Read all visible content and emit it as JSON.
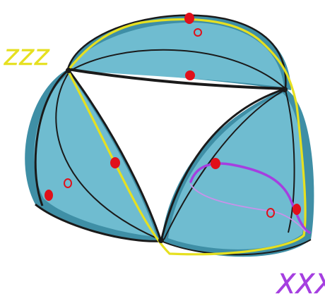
{
  "labels": {
    "top_left": "ZZZ",
    "bottom_right": "XXX"
  },
  "colors": {
    "background": "#ffffff",
    "region_fill": "#5fb0c6",
    "region_fill_light": "#8cc9d9",
    "region_shadow": "#3f8fa6",
    "outline": "#1a1a1a",
    "yellow_curve": "#e6e020",
    "purple_curve": "#a53fe0",
    "purple_curve_light": "#c792ea",
    "filled_dot": "#e0101a",
    "hollow_dot": "#e0101a"
  },
  "diagram": {
    "regions": [
      "top-lobe",
      "left-lobe",
      "right-lobe"
    ],
    "curves": [
      "yellow-loop",
      "purple-arc"
    ],
    "markers": {
      "filled_dots": 6,
      "hollow_dots": 3
    }
  }
}
